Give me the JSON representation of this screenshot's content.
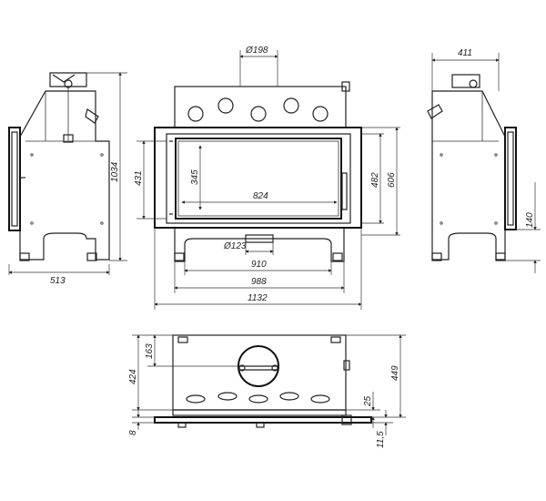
{
  "dimensions": {
    "flue_diameter": "Ø198",
    "side_depth": "411",
    "left_width": "513",
    "left_height": "1034",
    "front_inner_height": "431",
    "glass_height": "345",
    "glass_width": "824",
    "frame_height": "482",
    "total_height": "606",
    "air_inlet_diameter": "Ø123",
    "base_width": "910",
    "body_width": "988",
    "total_width": "1132",
    "side_right_height": "140",
    "top_flue_offset": "163",
    "top_depth": "424",
    "top_total_depth": "449",
    "top_offset_25": "25",
    "top_bottom_8": "8",
    "top_bottom_11_5": "11,5"
  }
}
